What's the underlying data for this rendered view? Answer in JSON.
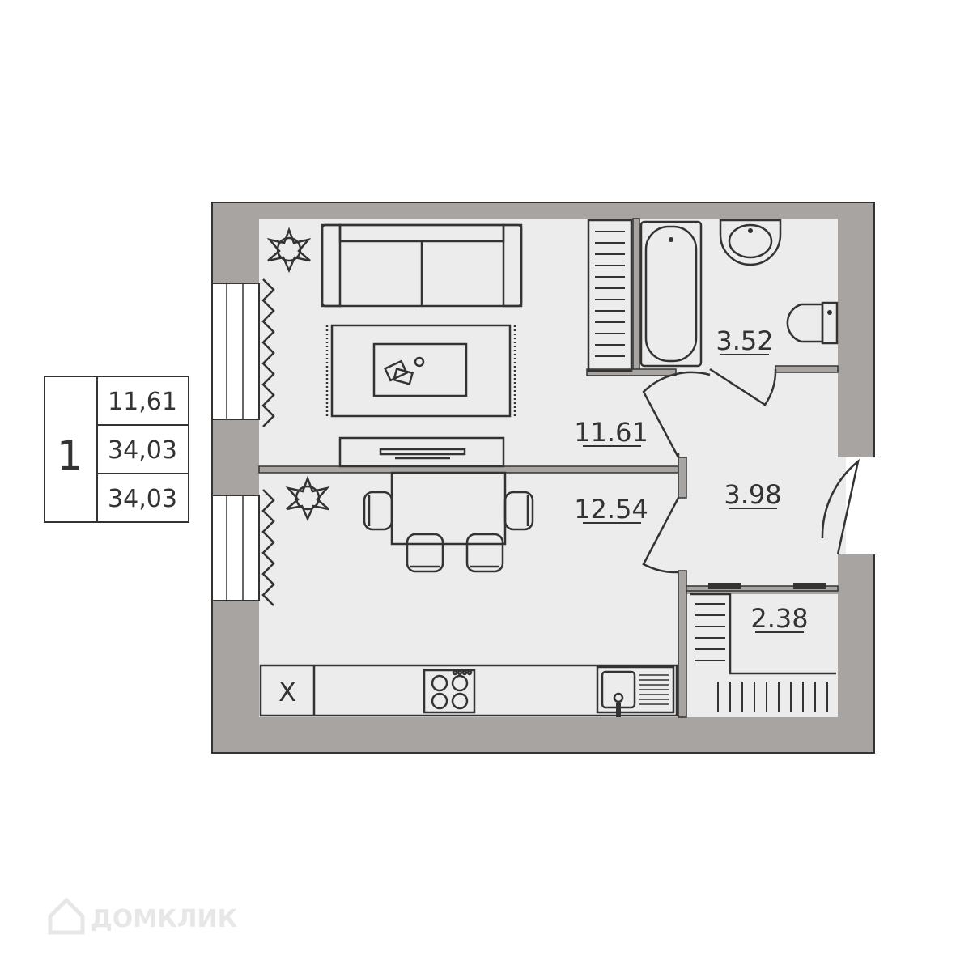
{
  "legend": {
    "rooms": "1",
    "living_area": "11,61",
    "total_area": "34,03",
    "total_area_2": "34,03"
  },
  "room_areas": {
    "living_room": "11.61",
    "kitchen": "12.54",
    "bathroom": "3.52",
    "hallway": "3.98",
    "storage": "2.38"
  },
  "fridge_label": "X",
  "watermark": "ДОМКЛИК",
  "colors": {
    "wall": "#a8a4a2",
    "floor": "#ececec",
    "line": "#333333"
  }
}
